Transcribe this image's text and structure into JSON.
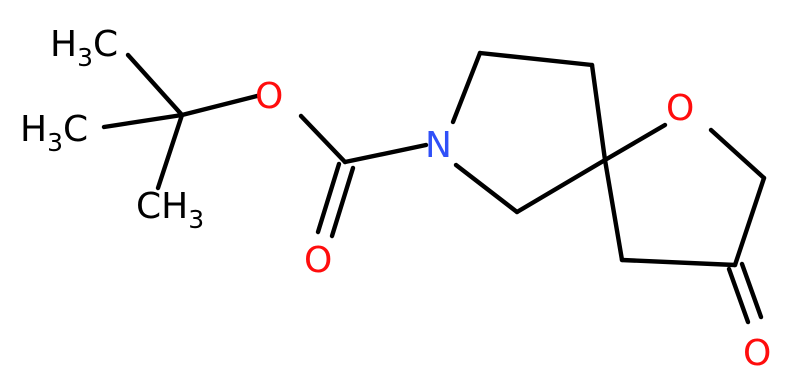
{
  "molecule": {
    "atoms": {
      "methyl_top": "H3C",
      "methyl_middle": "H3C",
      "methyl_bottom": "CH3",
      "ester_oxygen": "O",
      "carbonyl_oxygen": "O",
      "nitrogen": "N",
      "ring_oxygen": "O",
      "ketone_oxygen": "O"
    },
    "colors": {
      "bond": "#000000",
      "carbon_label": "#000000",
      "oxygen": "#ff0d0d",
      "nitrogen": "#3050f8"
    }
  }
}
